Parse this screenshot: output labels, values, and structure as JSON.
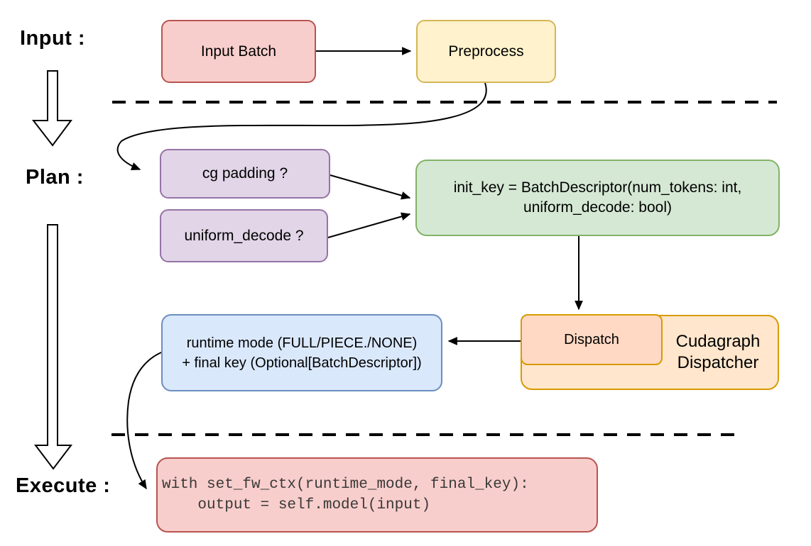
{
  "stages": {
    "input": "Input :",
    "plan": "Plan :",
    "execute": "Execute :"
  },
  "nodes": {
    "input_batch": {
      "lines": [
        "Input Batch"
      ],
      "fill": "#f8cecc",
      "stroke": "#b85450"
    },
    "preprocess": {
      "lines": [
        "Preprocess"
      ],
      "fill": "#fff2cc",
      "stroke": "#d6b656"
    },
    "cg_padding": {
      "lines": [
        "cg padding ?"
      ],
      "fill": "#e1d5e7",
      "stroke": "#9673a6"
    },
    "uniform_decode": {
      "lines": [
        "uniform_decode ?"
      ],
      "fill": "#e1d5e7",
      "stroke": "#9673a6"
    },
    "init_key": {
      "lines": [
        "init_key = BatchDescriptor(num_tokens: int,",
        "uniform_decode: bool)"
      ],
      "fill": "#d5e8d4",
      "stroke": "#82b366"
    },
    "dispatch": {
      "lines": [
        "Dispatch"
      ],
      "fill": "#ffd9c4",
      "stroke": "#d79b00"
    },
    "cudagraph_dispatcher": {
      "lines": [
        "Cudagraph",
        "Dispatcher"
      ],
      "fill": "#ffe6cc",
      "stroke": "#d79b00"
    },
    "runtime_mode": {
      "lines": [
        "runtime mode (FULL/PIECE./NONE)",
        "+ final key (Optional[BatchDescriptor])"
      ],
      "fill": "#dae8fc",
      "stroke": "#6c8ebf"
    },
    "execute_code": {
      "lines": [
        "with set_fw_ctx(runtime_mode, final_key):",
        "    output = self.model(input)"
      ],
      "fill": "#f8cecc",
      "stroke": "#b85450",
      "text_color": "#393939"
    }
  },
  "colors": {
    "background": "#ffffff",
    "arrow": "#000000",
    "stage_label_text": "#000000"
  }
}
